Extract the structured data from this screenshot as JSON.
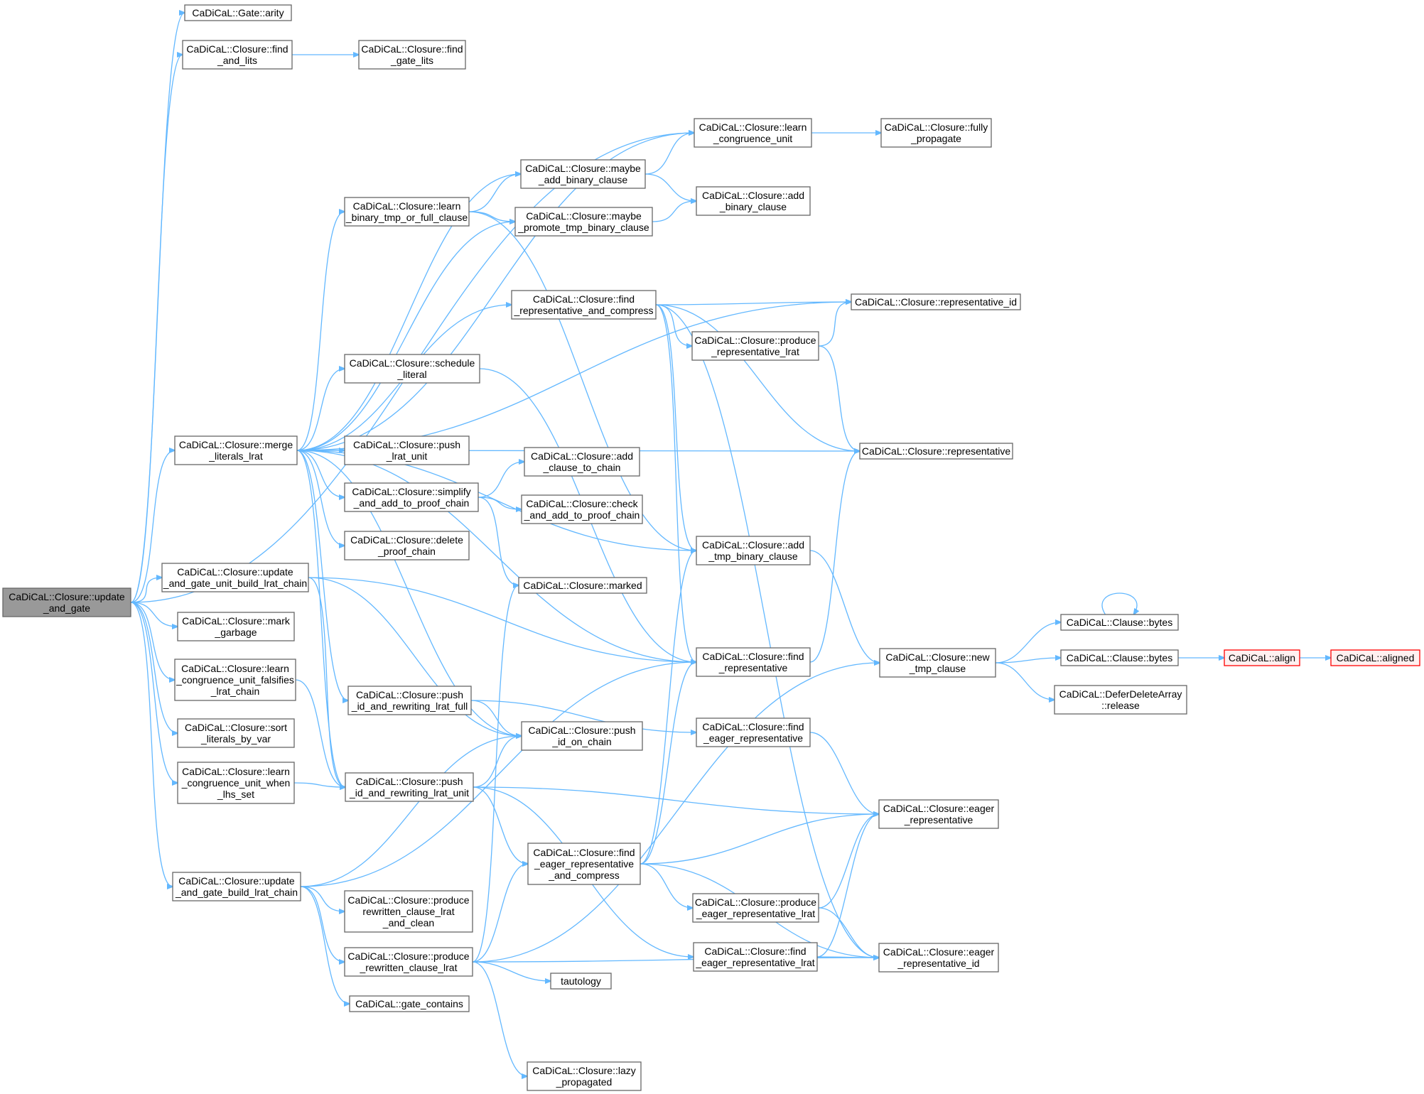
{
  "nodes": [
    {
      "id": "update_and_gate",
      "lines": [
        "CaDiCaL::Closure::update",
        "_and_gate"
      ],
      "style": "root"
    },
    {
      "id": "gate_arity",
      "lines": [
        "CaDiCaL::Gate::arity"
      ]
    },
    {
      "id": "find_and_lits",
      "lines": [
        "CaDiCaL::Closure::find",
        "_and_lits"
      ]
    },
    {
      "id": "find_gate_lits",
      "lines": [
        "CaDiCaL::Closure::find",
        "_gate_lits"
      ]
    },
    {
      "id": "learn_congruence_unit",
      "lines": [
        "CaDiCaL::Closure::learn",
        "_congruence_unit"
      ]
    },
    {
      "id": "fully_propagate",
      "lines": [
        "CaDiCaL::Closure::fully",
        "_propagate"
      ]
    },
    {
      "id": "maybe_add_binary_clause",
      "lines": [
        "CaDiCaL::Closure::maybe",
        "_add_binary_clause"
      ]
    },
    {
      "id": "add_binary_clause",
      "lines": [
        "CaDiCaL::Closure::add",
        "_binary_clause"
      ]
    },
    {
      "id": "learn_binary_tmp_or_full_clause",
      "lines": [
        "CaDiCaL::Closure::learn",
        "_binary_tmp_or_full_clause"
      ]
    },
    {
      "id": "maybe_promote_tmp_binary_clause",
      "lines": [
        "CaDiCaL::Closure::maybe",
        "_promote_tmp_binary_clause"
      ]
    },
    {
      "id": "find_representative_and_compress",
      "lines": [
        "CaDiCaL::Closure::find",
        "_representative_and_compress"
      ]
    },
    {
      "id": "representative_id",
      "lines": [
        "CaDiCaL::Closure::representative_id"
      ]
    },
    {
      "id": "produce_representative_lrat",
      "lines": [
        "CaDiCaL::Closure::produce",
        "_representative_lrat"
      ]
    },
    {
      "id": "schedule_literal",
      "lines": [
        "CaDiCaL::Closure::schedule",
        "_literal"
      ]
    },
    {
      "id": "merge_literals_lrat",
      "lines": [
        "CaDiCaL::Closure::merge",
        "_literals_lrat"
      ]
    },
    {
      "id": "push_lrat_unit",
      "lines": [
        "CaDiCaL::Closure::push",
        "_lrat_unit"
      ]
    },
    {
      "id": "representative",
      "lines": [
        "CaDiCaL::Closure::representative"
      ]
    },
    {
      "id": "add_clause_to_chain",
      "lines": [
        "CaDiCaL::Closure::add",
        "_clause_to_chain"
      ]
    },
    {
      "id": "simplify_and_add_to_proof_chain",
      "lines": [
        "CaDiCaL::Closure::simplify",
        "_and_add_to_proof_chain"
      ]
    },
    {
      "id": "check_and_add_to_proof_chain",
      "lines": [
        "CaDiCaL::Closure::check",
        "_and_add_to_proof_chain"
      ]
    },
    {
      "id": "delete_proof_chain",
      "lines": [
        "CaDiCaL::Closure::delete",
        "_proof_chain"
      ]
    },
    {
      "id": "add_tmp_binary_clause",
      "lines": [
        "CaDiCaL::Closure::add",
        "_tmp_binary_clause"
      ]
    },
    {
      "id": "update_and_gate_unit_build_lrat_chain",
      "lines": [
        "CaDiCaL::Closure::update",
        "_and_gate_unit_build_lrat_chain"
      ]
    },
    {
      "id": "marked",
      "lines": [
        "CaDiCaL::Closure::marked"
      ]
    },
    {
      "id": "mark_garbage",
      "lines": [
        "CaDiCaL::Closure::mark",
        "_garbage"
      ]
    },
    {
      "id": "clause_bytes_1",
      "lines": [
        "CaDiCaL::Clause::bytes"
      ]
    },
    {
      "id": "find_representative",
      "lines": [
        "CaDiCaL::Closure::find",
        "_representative"
      ]
    },
    {
      "id": "new_tmp_clause",
      "lines": [
        "CaDiCaL::Closure::new",
        "_tmp_clause"
      ]
    },
    {
      "id": "clause_bytes_2",
      "lines": [
        "CaDiCaL::Clause::bytes"
      ]
    },
    {
      "id": "align",
      "lines": [
        "CaDiCaL::align"
      ],
      "style": "red"
    },
    {
      "id": "aligned",
      "lines": [
        "CaDiCaL::aligned"
      ],
      "style": "red"
    },
    {
      "id": "learn_congruence_unit_falsifies_lrat_chain",
      "lines": [
        "CaDiCaL::Closure::learn",
        "_congruence_unit_falsifies",
        "_lrat_chain"
      ]
    },
    {
      "id": "defer_delete_array_release",
      "lines": [
        "CaDiCaL::DeferDeleteArray",
        "::release"
      ]
    },
    {
      "id": "push_id_and_rewriting_lrat_full",
      "lines": [
        "CaDiCaL::Closure::push",
        "_id_and_rewriting_lrat_full"
      ]
    },
    {
      "id": "find_eager_representative",
      "lines": [
        "CaDiCaL::Closure::find",
        "_eager_representative"
      ]
    },
    {
      "id": "sort_literals_by_var",
      "lines": [
        "CaDiCaL::Closure::sort",
        "_literals_by_var"
      ]
    },
    {
      "id": "push_id_on_chain",
      "lines": [
        "CaDiCaL::Closure::push",
        "_id_on_chain"
      ]
    },
    {
      "id": "learn_congruence_unit_when_lhs_set",
      "lines": [
        "CaDiCaL::Closure::learn",
        "_congruence_unit_when",
        "_lhs_set"
      ]
    },
    {
      "id": "push_id_and_rewriting_lrat_unit",
      "lines": [
        "CaDiCaL::Closure::push",
        "_id_and_rewriting_lrat_unit"
      ]
    },
    {
      "id": "eager_representative",
      "lines": [
        "CaDiCaL::Closure::eager",
        "_representative"
      ]
    },
    {
      "id": "find_eager_representative_and_compress",
      "lines": [
        "CaDiCaL::Closure::find",
        "_eager_representative",
        "_and_compress"
      ]
    },
    {
      "id": "update_and_gate_build_lrat_chain",
      "lines": [
        "CaDiCaL::Closure::update",
        "_and_gate_build_lrat_chain"
      ]
    },
    {
      "id": "produce_rewritten_clause_lrat_and_clean",
      "lines": [
        "CaDiCaL::Closure::produce",
        "rewritten_clause_lrat",
        "_and_clean"
      ]
    },
    {
      "id": "produce_eager_representative_lrat",
      "lines": [
        "CaDiCaL::Closure::produce",
        "_eager_representative_lrat"
      ]
    },
    {
      "id": "produce_rewritten_clause_lrat",
      "lines": [
        "CaDiCaL::Closure::produce",
        "_rewritten_clause_lrat"
      ]
    },
    {
      "id": "find_eager_representative_lrat",
      "lines": [
        "CaDiCaL::Closure::find",
        "_eager_representative_lrat"
      ]
    },
    {
      "id": "eager_representative_id",
      "lines": [
        "CaDiCaL::Closure::eager",
        "_representative_id"
      ]
    },
    {
      "id": "tautology",
      "lines": [
        "tautology"
      ]
    },
    {
      "id": "gate_contains",
      "lines": [
        "CaDiCaL::gate_contains"
      ]
    },
    {
      "id": "lazy_propagated",
      "lines": [
        "CaDiCaL::Closure::lazy",
        "_propagated"
      ]
    }
  ],
  "edges": [
    [
      "update_and_gate",
      "gate_arity"
    ],
    [
      "update_and_gate",
      "find_and_lits"
    ],
    [
      "update_and_gate",
      "learn_congruence_unit"
    ],
    [
      "update_and_gate",
      "merge_literals_lrat"
    ],
    [
      "update_and_gate",
      "update_and_gate_unit_build_lrat_chain"
    ],
    [
      "update_and_gate",
      "mark_garbage"
    ],
    [
      "update_and_gate",
      "learn_congruence_unit_falsifies_lrat_chain"
    ],
    [
      "update_and_gate",
      "sort_literals_by_var"
    ],
    [
      "update_and_gate",
      "learn_congruence_unit_when_lhs_set"
    ],
    [
      "update_and_gate",
      "update_and_gate_build_lrat_chain"
    ],
    [
      "find_and_lits",
      "find_gate_lits"
    ],
    [
      "learn_congruence_unit",
      "fully_propagate"
    ],
    [
      "maybe_add_binary_clause",
      "learn_congruence_unit"
    ],
    [
      "maybe_add_binary_clause",
      "add_binary_clause"
    ],
    [
      "maybe_promote_tmp_binary_clause",
      "add_binary_clause"
    ],
    [
      "learn_binary_tmp_or_full_clause",
      "maybe_add_binary_clause"
    ],
    [
      "learn_binary_tmp_or_full_clause",
      "maybe_promote_tmp_binary_clause"
    ],
    [
      "learn_binary_tmp_or_full_clause",
      "add_tmp_binary_clause"
    ],
    [
      "merge_literals_lrat",
      "learn_congruence_unit"
    ],
    [
      "merge_literals_lrat",
      "maybe_add_binary_clause"
    ],
    [
      "merge_literals_lrat",
      "learn_binary_tmp_or_full_clause"
    ],
    [
      "merge_literals_lrat",
      "maybe_promote_tmp_binary_clause"
    ],
    [
      "merge_literals_lrat",
      "representative_id"
    ],
    [
      "merge_literals_lrat",
      "find_representative_and_compress"
    ],
    [
      "merge_literals_lrat",
      "schedule_literal"
    ],
    [
      "merge_literals_lrat",
      "find_representative"
    ],
    [
      "merge_literals_lrat",
      "push_lrat_unit"
    ],
    [
      "merge_literals_lrat",
      "simplify_and_add_to_proof_chain"
    ],
    [
      "merge_literals_lrat",
      "delete_proof_chain"
    ],
    [
      "merge_literals_lrat",
      "add_tmp_binary_clause"
    ],
    [
      "merge_literals_lrat",
      "representative"
    ],
    [
      "merge_literals_lrat",
      "push_id_and_rewriting_lrat_full"
    ],
    [
      "merge_literals_lrat",
      "push_id_on_chain"
    ],
    [
      "merge_literals_lrat",
      "push_id_and_rewriting_lrat_unit"
    ],
    [
      "find_representative_and_compress",
      "representative_id"
    ],
    [
      "find_representative_and_compress",
      "produce_representative_lrat"
    ],
    [
      "find_representative_and_compress",
      "representative"
    ],
    [
      "find_representative_and_compress",
      "add_tmp_binary_clause"
    ],
    [
      "find_representative_and_compress",
      "find_representative"
    ],
    [
      "find_representative_and_compress",
      "eager_representative_id"
    ],
    [
      "produce_representative_lrat",
      "representative_id"
    ],
    [
      "produce_representative_lrat",
      "representative"
    ],
    [
      "schedule_literal",
      "find_representative"
    ],
    [
      "simplify_and_add_to_proof_chain",
      "add_clause_to_chain"
    ],
    [
      "simplify_and_add_to_proof_chain",
      "check_and_add_to_proof_chain"
    ],
    [
      "simplify_and_add_to_proof_chain",
      "marked"
    ],
    [
      "add_tmp_binary_clause",
      "new_tmp_clause"
    ],
    [
      "find_representative",
      "representative"
    ],
    [
      "new_tmp_clause",
      "clause_bytes_1"
    ],
    [
      "new_tmp_clause",
      "clause_bytes_2"
    ],
    [
      "new_tmp_clause",
      "defer_delete_array_release"
    ],
    [
      "clause_bytes_1",
      "clause_bytes_1"
    ],
    [
      "clause_bytes_2",
      "align"
    ],
    [
      "align",
      "aligned"
    ],
    [
      "update_and_gate_unit_build_lrat_chain",
      "find_representative"
    ],
    [
      "update_and_gate_unit_build_lrat_chain",
      "push_id_on_chain"
    ],
    [
      "update_and_gate_unit_build_lrat_chain",
      "push_id_and_rewriting_lrat_unit"
    ],
    [
      "learn_congruence_unit_falsifies_lrat_chain",
      "push_id_and_rewriting_lrat_unit"
    ],
    [
      "learn_congruence_unit_when_lhs_set",
      "push_id_and_rewriting_lrat_unit"
    ],
    [
      "push_id_and_rewriting_lrat_full",
      "push_id_on_chain"
    ],
    [
      "push_id_and_rewriting_lrat_full",
      "find_eager_representative"
    ],
    [
      "find_eager_representative",
      "eager_representative"
    ],
    [
      "push_id_and_rewriting_lrat_unit",
      "push_id_on_chain"
    ],
    [
      "push_id_and_rewriting_lrat_unit",
      "eager_representative"
    ],
    [
      "push_id_and_rewriting_lrat_unit",
      "find_eager_representative_and_compress"
    ],
    [
      "push_id_and_rewriting_lrat_unit",
      "find_eager_representative_lrat"
    ],
    [
      "find_eager_representative_and_compress",
      "add_tmp_binary_clause"
    ],
    [
      "find_eager_representative_and_compress",
      "find_representative"
    ],
    [
      "find_eager_representative_and_compress",
      "eager_representative"
    ],
    [
      "find_eager_representative_and_compress",
      "produce_eager_representative_lrat"
    ],
    [
      "find_eager_representative_and_compress",
      "eager_representative_id"
    ],
    [
      "produce_eager_representative_lrat",
      "eager_representative"
    ],
    [
      "produce_eager_representative_lrat",
      "eager_representative_id"
    ],
    [
      "find_eager_representative_lrat",
      "eager_representative"
    ],
    [
      "find_eager_representative_lrat",
      "eager_representative_id"
    ],
    [
      "update_and_gate_build_lrat_chain",
      "push_id_on_chain"
    ],
    [
      "update_and_gate_build_lrat_chain",
      "find_representative"
    ],
    [
      "update_and_gate_build_lrat_chain",
      "produce_rewritten_clause_lrat_and_clean"
    ],
    [
      "update_and_gate_build_lrat_chain",
      "produce_rewritten_clause_lrat"
    ],
    [
      "update_and_gate_build_lrat_chain",
      "gate_contains"
    ],
    [
      "produce_rewritten_clause_lrat",
      "marked"
    ],
    [
      "produce_rewritten_clause_lrat",
      "find_eager_representative_and_compress"
    ],
    [
      "produce_rewritten_clause_lrat",
      "new_tmp_clause"
    ],
    [
      "produce_rewritten_clause_lrat",
      "tautology"
    ],
    [
      "produce_rewritten_clause_lrat",
      "eager_representative_id"
    ],
    [
      "produce_rewritten_clause_lrat",
      "lazy_propagated"
    ]
  ]
}
